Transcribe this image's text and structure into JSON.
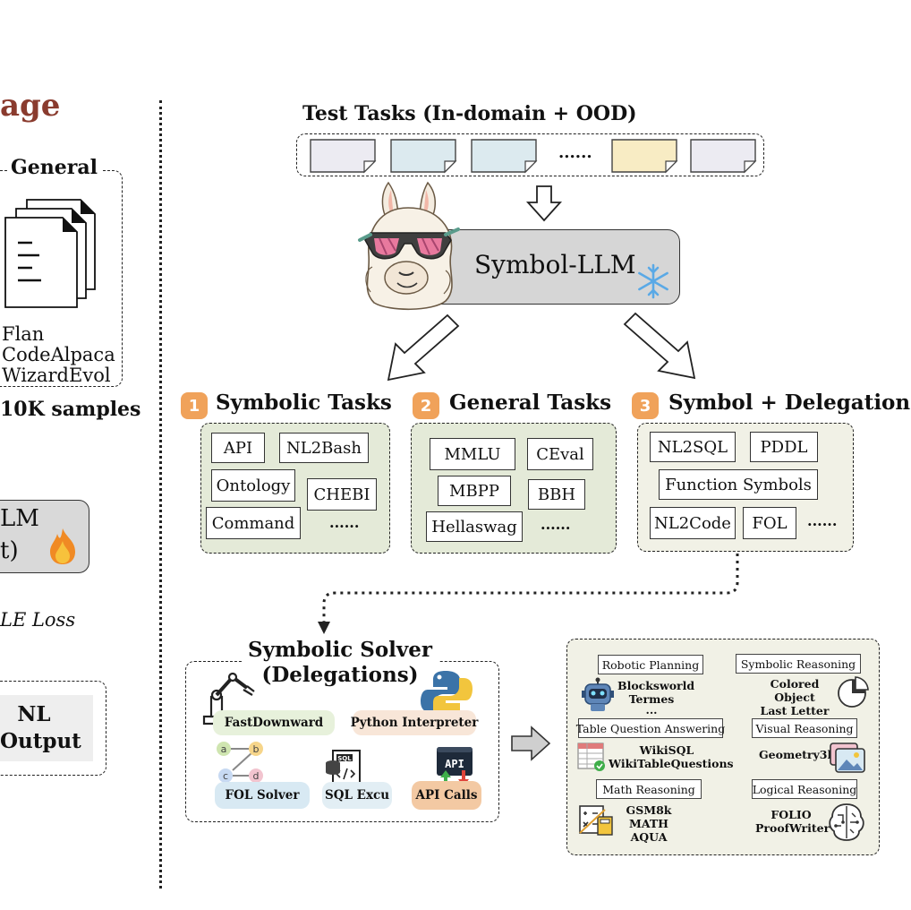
{
  "left_panel": {
    "stage_title": "age",
    "general_label": "General",
    "datasets": [
      "Flan",
      "CodeAlpaca",
      "WizardEvol"
    ],
    "samples": "10K samples",
    "llm_line1": "LM",
    "llm_line2": "t)",
    "loss_prefix": "LE",
    "loss_suffix": " Loss",
    "output_line1": "NL",
    "output_line2": "Output"
  },
  "test_tasks": {
    "title": "Test Tasks (In-domain + OOD)",
    "ellipsis": "......",
    "card_colors": [
      "#ecebf2",
      "#dceaef",
      "#dceaef",
      "#f8ecc4",
      "#ecebf2"
    ]
  },
  "model": {
    "name": "Symbol-LLM",
    "icon": "snowflake-icon"
  },
  "groups": [
    {
      "num": "1",
      "title": "Symbolic Tasks",
      "items": [
        "API",
        "NL2Bash",
        "Ontology",
        "CHEBI",
        "Command",
        "......"
      ]
    },
    {
      "num": "2",
      "title": "General Tasks",
      "items": [
        "MMLU",
        "CEval",
        "MBPP",
        "BBH",
        "Hellaswag",
        "......"
      ]
    },
    {
      "num": "3",
      "title": "Symbol + Delegation",
      "items": [
        "NL2SQL",
        "PDDL",
        "Function Symbols",
        "NL2Code",
        "FOL",
        "......"
      ]
    }
  ],
  "solver": {
    "title_line1": "Symbolic Solver",
    "title_line2": "(Delegations)",
    "tools": [
      "FastDownward",
      "Python Interpreter",
      "FOL Solver",
      "SQL Excu",
      "API Calls"
    ],
    "api_icon_text": "API",
    "sql_icon_text": "SQL",
    "nodes": [
      "a",
      "b",
      "c",
      "d"
    ]
  },
  "results": {
    "categories": [
      {
        "label": "Robotic Planning",
        "lines": [
          "Blocksworld",
          "Termes",
          "..."
        ]
      },
      {
        "label": "Symbolic Reasoning",
        "lines": [
          "Colored Object",
          "Last Letter"
        ]
      },
      {
        "label": "Table Question Answering",
        "lines": [
          "WikiSQL",
          "WikiTableQuestions"
        ]
      },
      {
        "label": "Visual Reasoning",
        "lines": [
          "Geometry3k"
        ]
      },
      {
        "label": "Math Reasoning",
        "lines": [
          "GSM8k",
          "MATH",
          "AQUA"
        ]
      },
      {
        "label": "Logical Reasoning",
        "lines": [
          "FOLIO",
          "ProofWriter"
        ]
      }
    ]
  }
}
